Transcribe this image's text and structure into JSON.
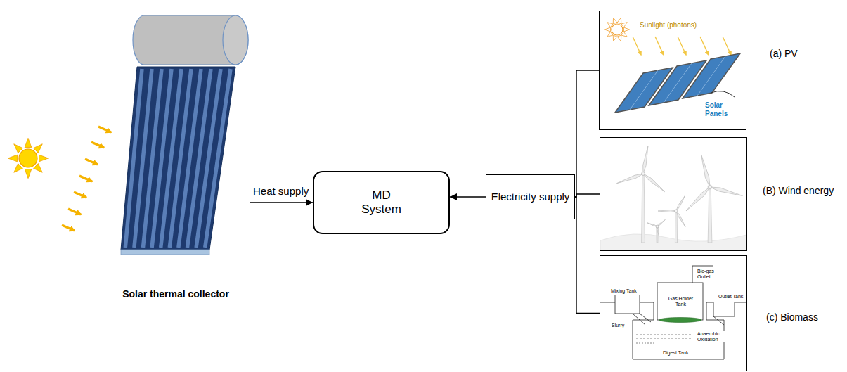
{
  "diagram": {
    "nodes": [
      {
        "text": [
          "Solar thermal collector"
        ]
      },
      {
        "text": [
          "MD System"
        ]
      },
      {
        "text": [
          "Electricity supply"
        ]
      },
      {
        "text": [
          "Sunlight (photons)",
          "Solar Panels",
          "(a) PV"
        ]
      },
      {
        "text": [
          "(B) Wind energy"
        ]
      },
      {
        "text": [
          "Mixing Tank",
          "Bio-gas Outlet",
          "Gas Holder Tank",
          "Outlet Tank",
          "Slurry",
          "Digest Tank",
          "Anaerobic Oxidation",
          "(c) Biomass"
        ]
      }
    ],
    "edges": [
      {
        "from": 0,
        "to": 1,
        "label": "Heat supply",
        "arrow": "to"
      },
      {
        "from": 2,
        "to": 1,
        "arrow": "to"
      },
      {
        "from": 3,
        "to": 2,
        "arrow": "none"
      },
      {
        "from": 4,
        "to": 2,
        "arrow": "none"
      },
      {
        "from": 5,
        "to": 2,
        "arrow": "none"
      }
    ]
  }
}
